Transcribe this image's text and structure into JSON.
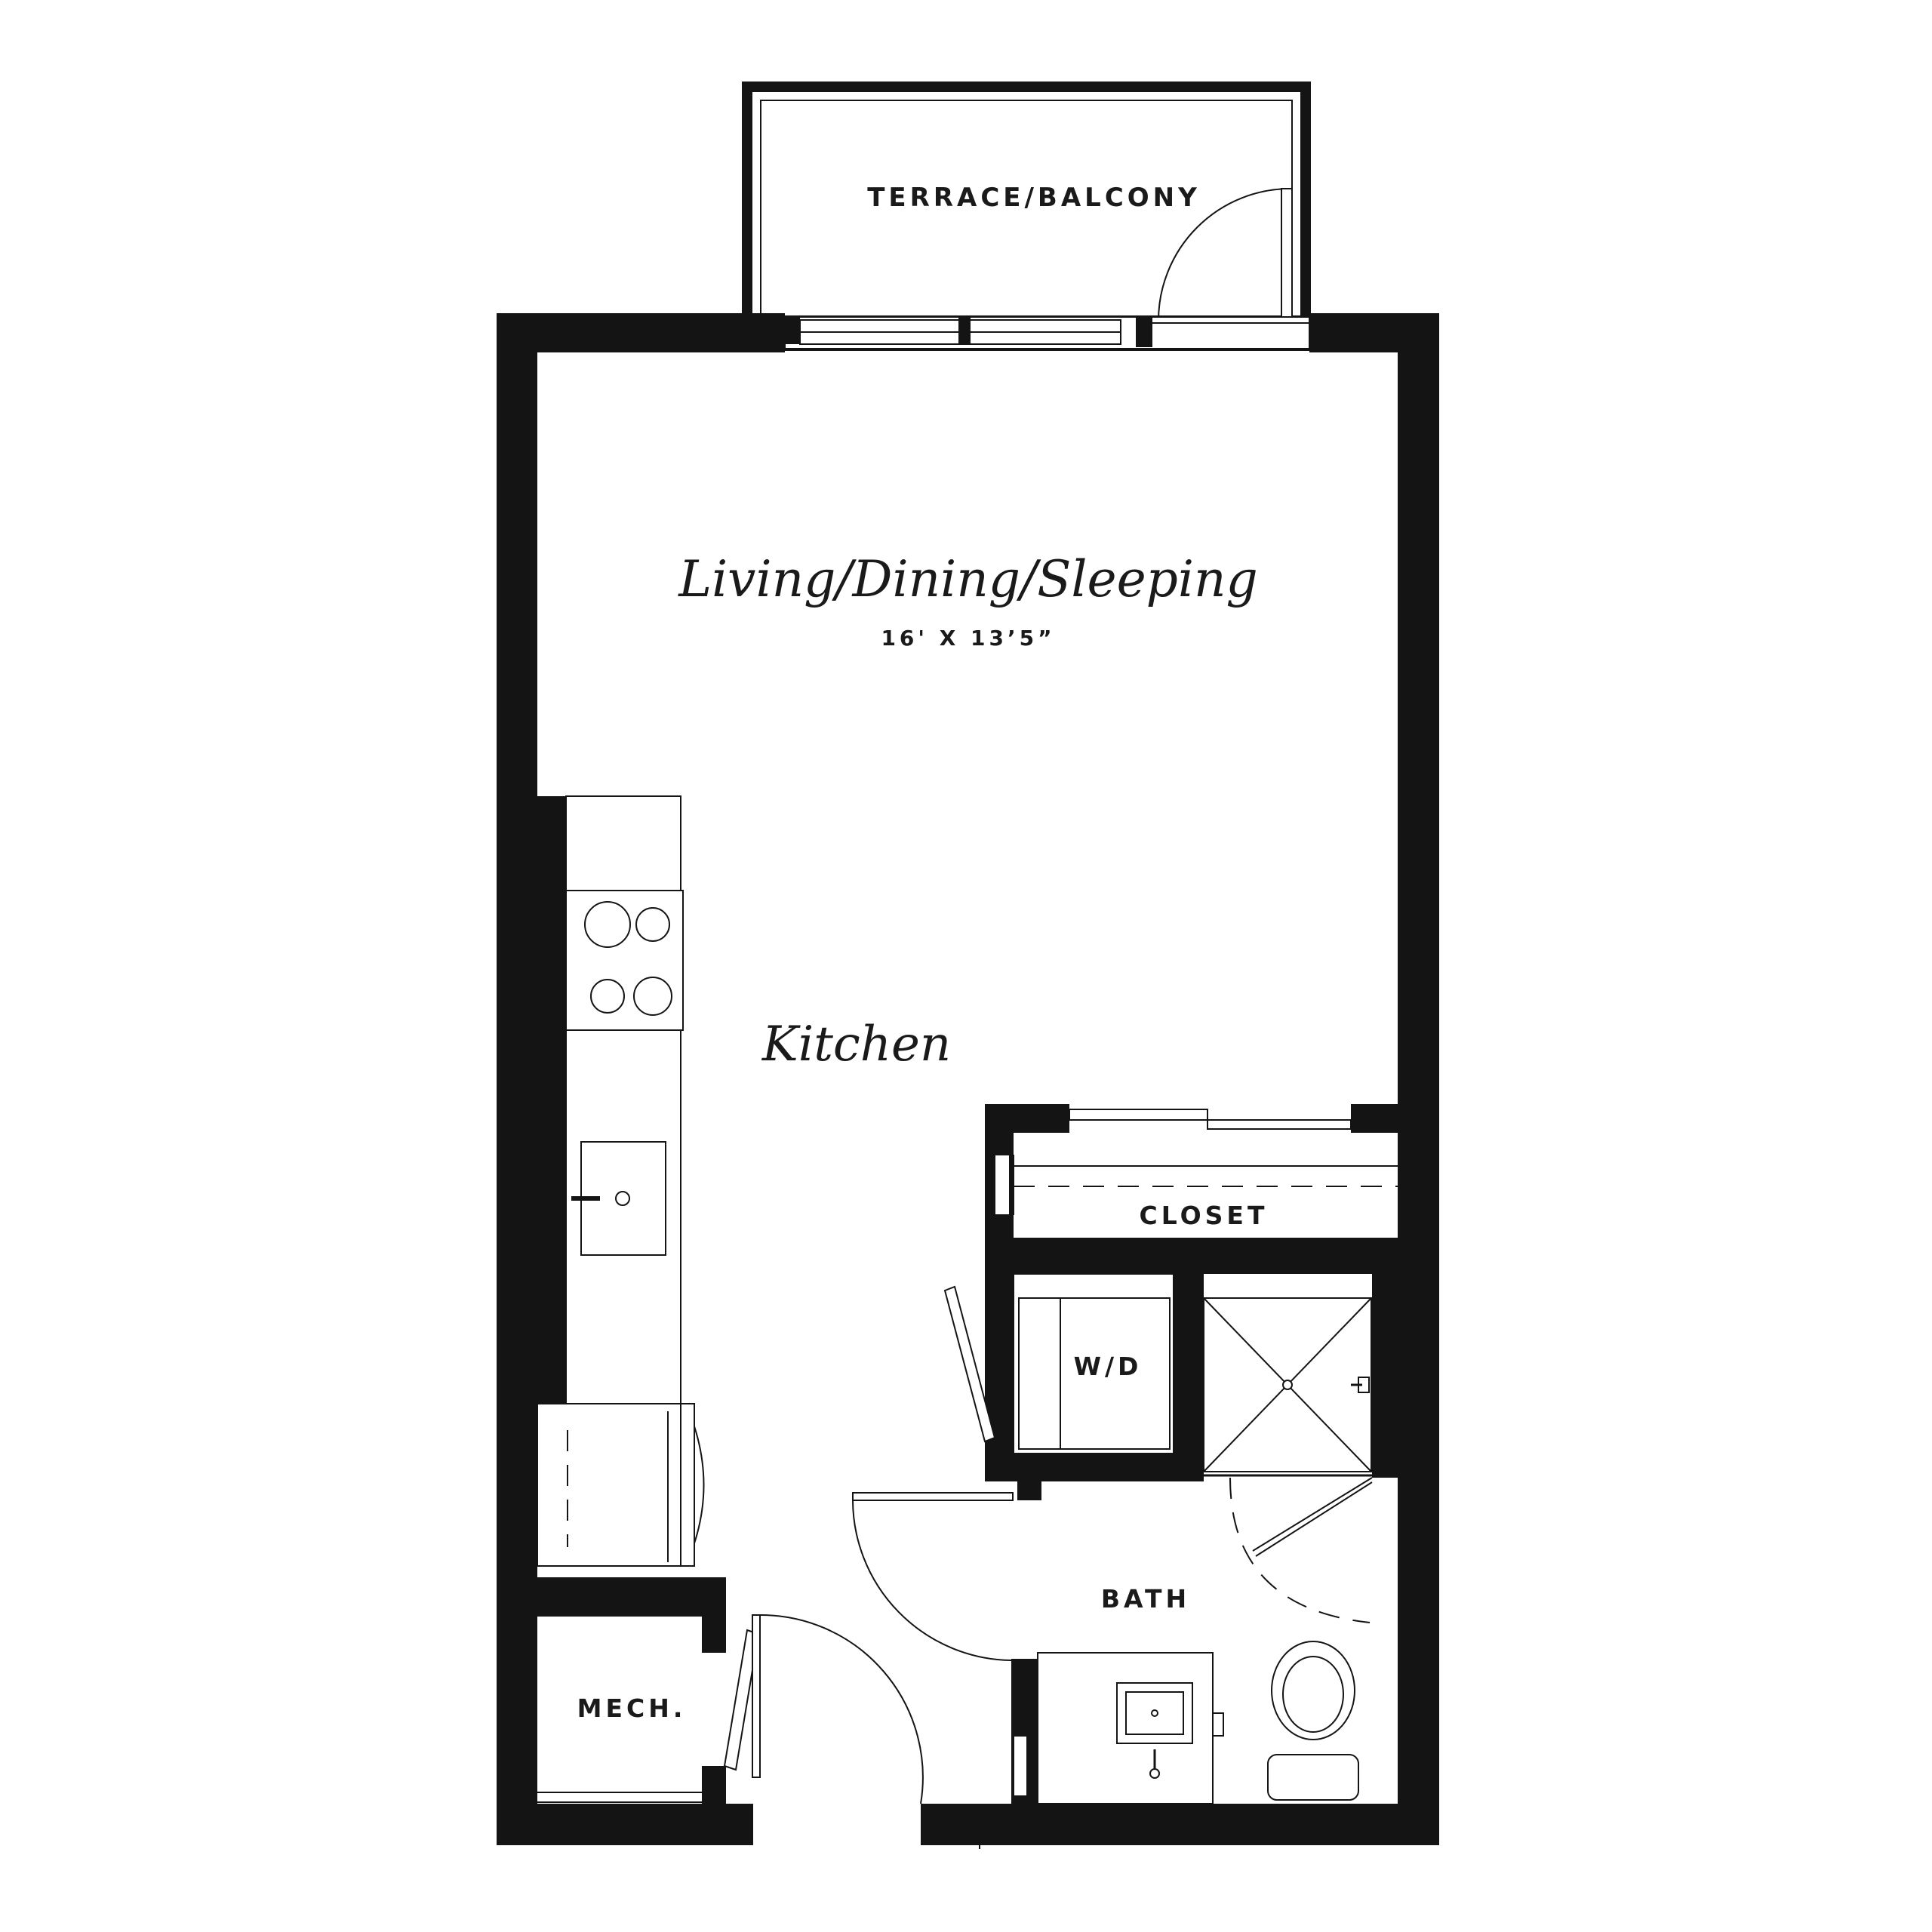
{
  "rooms": {
    "terrace": "TERRACE/BALCONY",
    "living": "Living/Dining/Sleeping",
    "living_dimensions": "16' X 13’5”",
    "kitchen": "Kitchen",
    "closet": "CLOSET",
    "washer_dryer": "W/D",
    "bath": "BATH",
    "mech": "MECH."
  },
  "fixtures": [
    "range-cooktop",
    "kitchen-sink",
    "refrigerator",
    "stacked-washer-dryer",
    "shower",
    "bath-vanity-sink",
    "toilet"
  ],
  "colors": {
    "wall": "#141414",
    "background": "#ffffff"
  }
}
